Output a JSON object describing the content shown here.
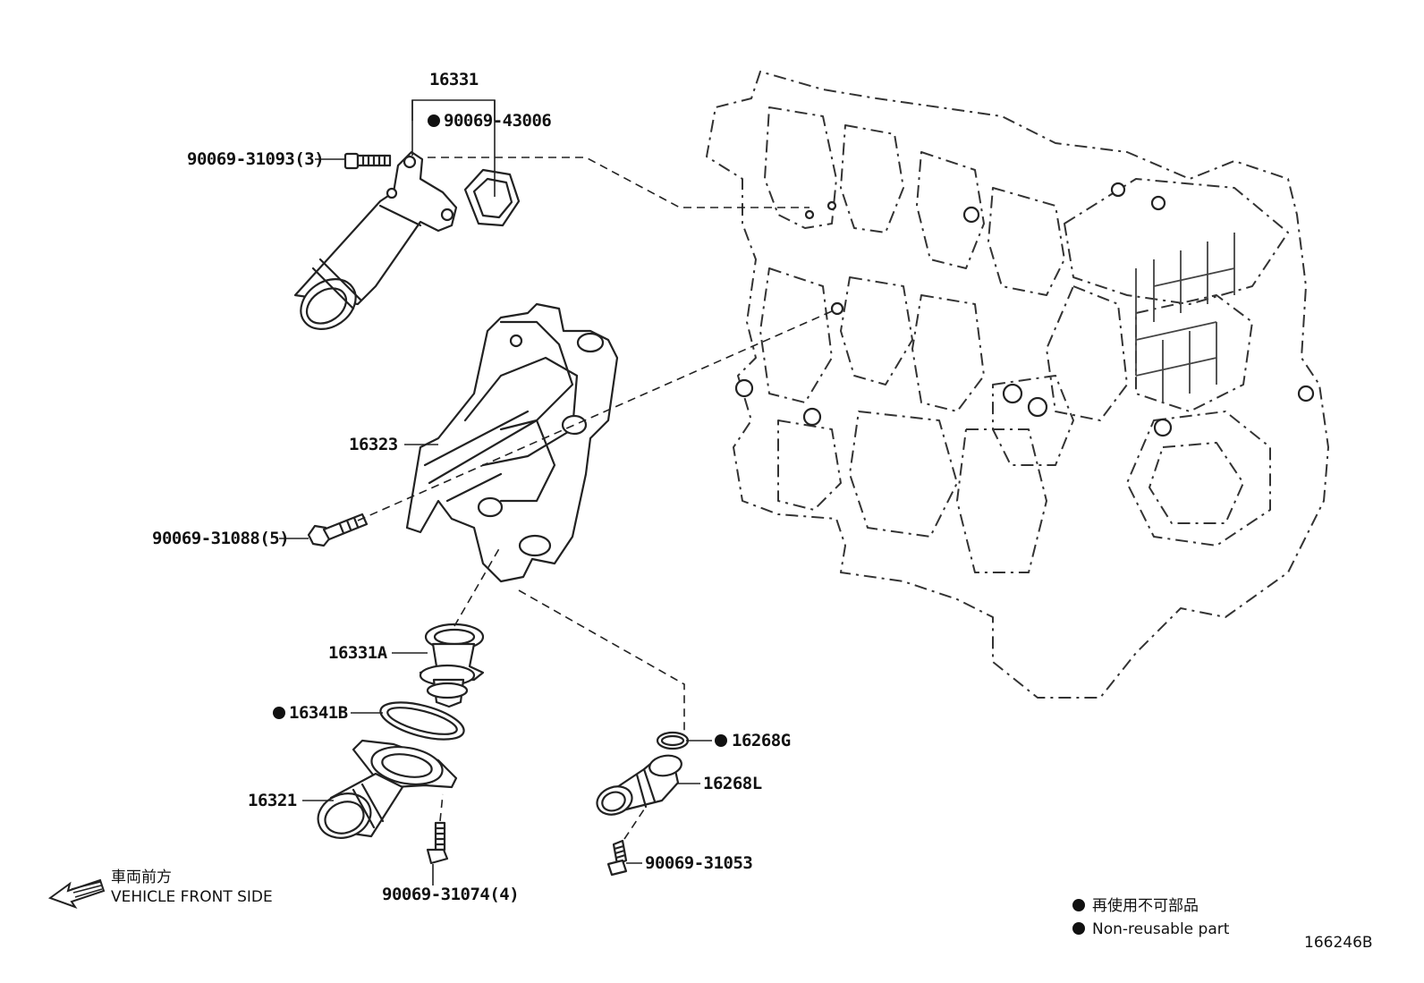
{
  "parts": {
    "p16331": "16331",
    "p90069_43006": "90069-43006",
    "p90069_31093": "90069-31093(3)",
    "p16323": "16323",
    "p90069_31088": "90069-31088(5)",
    "p16331A": "16331A",
    "p16341B": "16341B",
    "p16268G": "16268G",
    "p16268L": "16268L",
    "p16321": "16321",
    "p90069_31053": "90069-31053",
    "p90069_31074": "90069-31074(4)"
  },
  "direction": {
    "jp": "車両前方",
    "en": "VEHICLE FRONT SIDE"
  },
  "legend": {
    "jp": "再使用不可部品",
    "en": "Non-reusable part"
  },
  "illustration_code": "166246B"
}
